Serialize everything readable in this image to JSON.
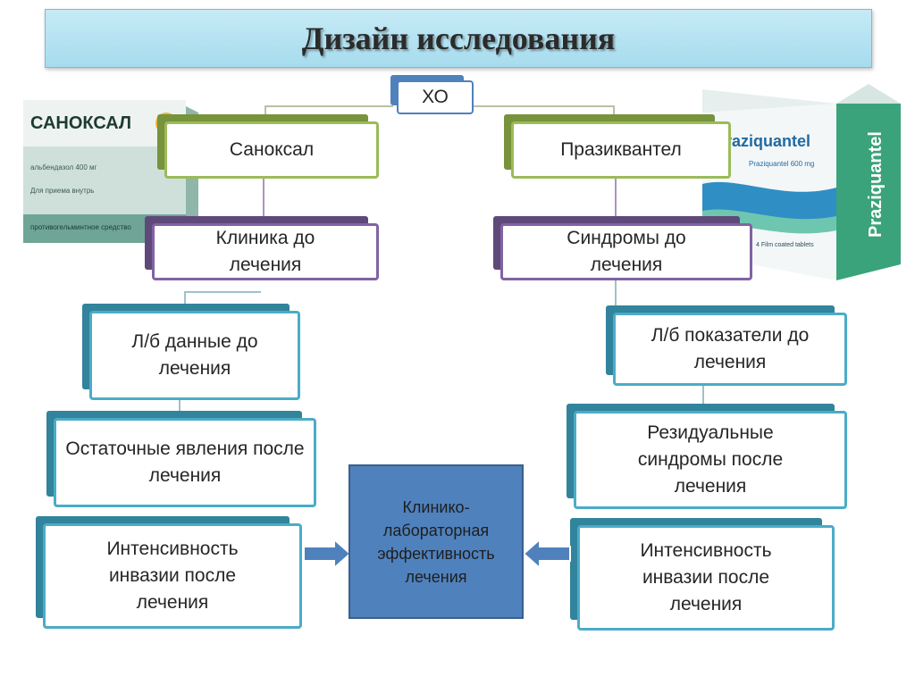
{
  "title": "Дизайн исследования",
  "root": {
    "label": "ХО"
  },
  "left_branch": {
    "drug": "Саноксал",
    "clinic": "Клиника до лечения",
    "lab": "Л/б данные до лечения",
    "residual": "Остаточные явления после лечения",
    "intensity": "Интенсивность инвазии после лечения"
  },
  "right_branch": {
    "drug": "Празиквантел",
    "syndromes": "Синдромы до лечения",
    "lab": "Л/б показатели до лечения",
    "residual": "Резидуальные синдромы после лечения",
    "intensity": "Интенсивность инвазии после лечения"
  },
  "center": {
    "label": "Клинико-лабораторная эффективность лечения"
  },
  "packages": {
    "left": {
      "name": "САНОКСАЛ",
      "sub": "альбендазол 400 мг",
      "line2": "Для приема внутрь",
      "line3": "противогельминтное средство"
    },
    "right": {
      "name": "Praziquantel",
      "sub": "Praziquantel 600 mg",
      "side": "Praziquantel",
      "footer": "4 Film coated tablets"
    }
  },
  "colors": {
    "banner": "#a6dcee",
    "green_border": "#9bbb59",
    "green_shadow": "#77933c",
    "purple_border": "#8064a2",
    "purple_shadow": "#5f497a",
    "blue_border": "#4bacc6",
    "blue_shadow": "#31849b",
    "center_fill": "#4f81bd"
  }
}
